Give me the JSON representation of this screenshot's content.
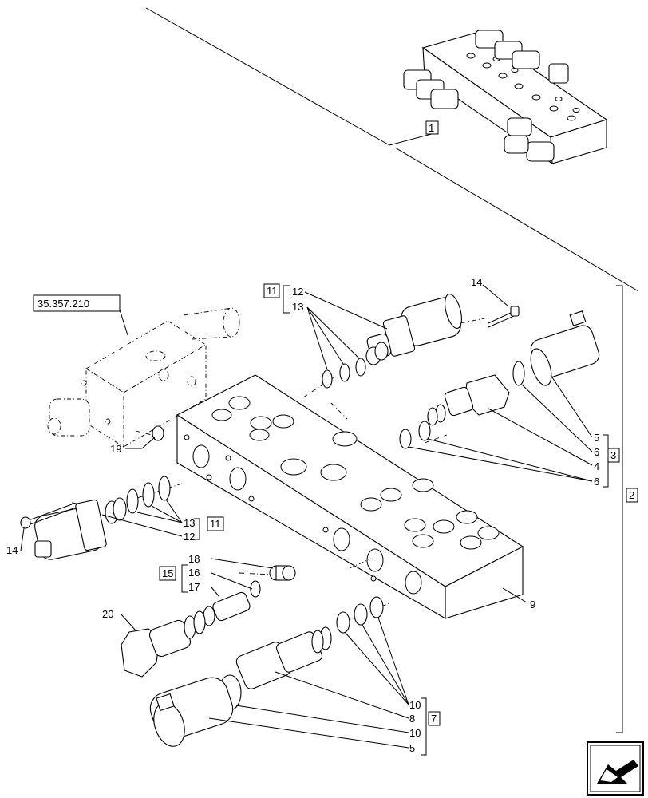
{
  "reference_code": "35.357.210",
  "group_boxes": {
    "valve_assembly": "1",
    "overall": "2",
    "cartridge_kit_a": "3",
    "cartridge_kit_b": "7",
    "solenoid_kit": "11",
    "plug_kit": "15"
  },
  "callouts": {
    "c4": "4",
    "c5_upper": "5",
    "c5_lower": "5",
    "c6_a": "6",
    "c6_b": "6",
    "c8": "8",
    "c9": "9",
    "c10_a": "10",
    "c10_b": "10",
    "c12_upper": "12",
    "c12_lower": "12",
    "c13_upper": "13",
    "c13_lower": "13",
    "c14_upper": "14",
    "c14_lower": "14",
    "c16": "16",
    "c17": "17",
    "c18": "18",
    "c19": "19",
    "c20": "20"
  },
  "nav_icon": "next-page-arrow-icon"
}
